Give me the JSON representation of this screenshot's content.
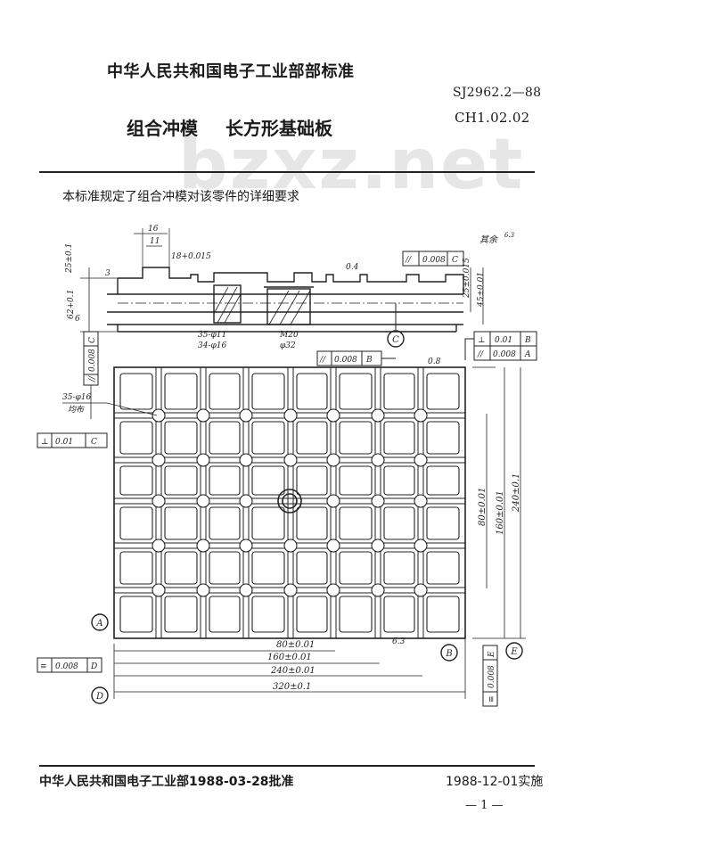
{
  "header": {
    "issuer": "中华人民共和国电子工业部部标准",
    "doc_code": "SJ2962.2—88",
    "class_code": "CH1.02.02",
    "title_main": "组合冲模",
    "title_sub": "长方形基础板"
  },
  "watermark": "bzxz.net",
  "scope": "本标准规定了组合冲模对该零件的详细要求",
  "drawing": {
    "roughness": "其余",
    "roughness_value": "6.3",
    "top_dims": [
      "16",
      "11",
      "18+0.015",
      "3",
      "25±0.1"
    ],
    "section_labels": [
      "35-φ11",
      "34-φ16",
      "M20",
      "φ32"
    ],
    "left_vertical_dims": [
      "62+0.1",
      "6"
    ],
    "right_vertical_dims": [
      "25±0.015",
      "45±0.01"
    ],
    "tol_parallel_top": [
      "//",
      "0.008",
      "C"
    ],
    "tol_parallel_mid": [
      "//",
      "0.008",
      "B"
    ],
    "tol_left_c": [
      "//",
      "0.008",
      "C"
    ],
    "tol_perp_c": [
      "⊥",
      "0.01",
      "C"
    ],
    "tol_right_b": [
      "⊥",
      "0.01",
      "B"
    ],
    "tol_right_a": [
      "//",
      "0.008",
      "A"
    ],
    "tol_sym_d": [
      "≡",
      "0.008",
      "D"
    ],
    "tol_sym_e": [
      "≡",
      "0.008",
      "E"
    ],
    "hole_label": "35-φ16",
    "hole_sub": "均布",
    "datum_labels": [
      "A",
      "B",
      "C",
      "D",
      "E"
    ],
    "h_dims": [
      "80±0.01",
      "160±0.01",
      "240±0.01",
      "320±0.1"
    ],
    "v_dims": [
      "80±0.01",
      "160±0.01",
      "240±0.1"
    ],
    "surface_marks": [
      "0.4",
      "0.8",
      "6.3"
    ]
  },
  "footer": {
    "approval": "中华人民共和国电子工业部1988-03-28批准",
    "implementation": "1988-12-01实施",
    "page": "— 1 —"
  }
}
